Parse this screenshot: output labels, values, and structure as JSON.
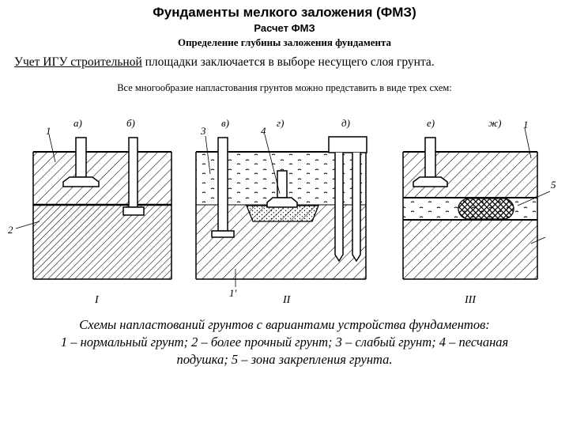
{
  "page": {
    "title": "Фундаменты мелкого заложения (ФМЗ)",
    "subtitle": "Расчет ФМЗ",
    "heading": "Определение глубины заложения фундамента",
    "intro": {
      "underlined": "Учет ИГУ строительной",
      "rest": " площадки заключается в выборе несущего слоя грунта."
    },
    "lead": "Все многообразие напластования грунтов можно представить в виде трех схем:"
  },
  "diagram": {
    "variant_labels": [
      "а)",
      "б)",
      "в)",
      "г)",
      "д)",
      "е)",
      "ж)"
    ],
    "number_labels": [
      "1",
      "2",
      "3",
      "4",
      "1'",
      "1",
      "5"
    ],
    "scheme_labels": [
      "I",
      "II",
      "III"
    ]
  },
  "caption": {
    "line1": "Схемы напластований грунтов с вариантами устройства фундаментов:",
    "line2": "1 – нормальный грунт; 2 – более прочный грунт; 3 – слабый грунт; 4 – песчаная",
    "line3": "подушка; 5 – зона закрепления грунта."
  }
}
